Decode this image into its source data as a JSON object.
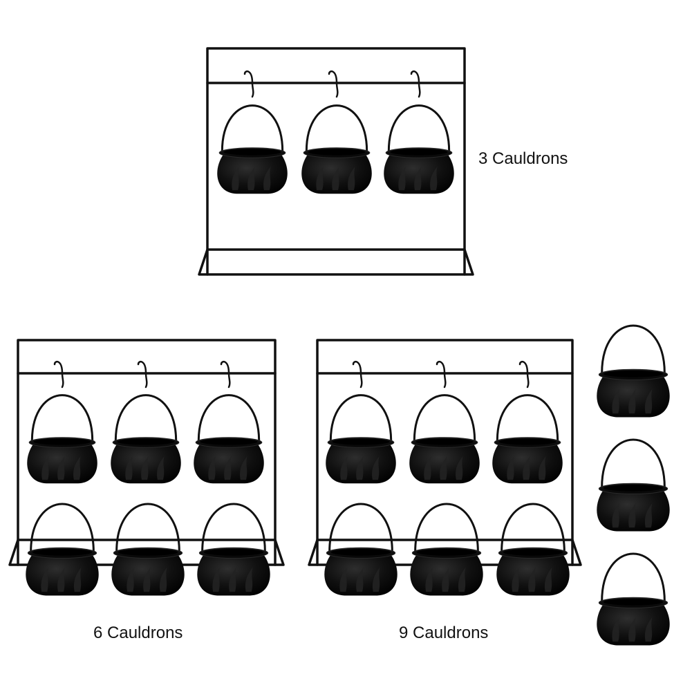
{
  "captions": {
    "three": "3 Cauldrons",
    "six": "6 Cauldrons",
    "nine": "9 Cauldrons"
  },
  "colors": {
    "background": "#ffffff",
    "frame": "#111111",
    "cauldron": "#0a0a0a",
    "cauldron_highlight": "#2a2a2a",
    "rim": "#1c1c1c"
  },
  "icons": [
    "cauldron-icon",
    "display-rack-icon",
    "s-hook-icon"
  ]
}
